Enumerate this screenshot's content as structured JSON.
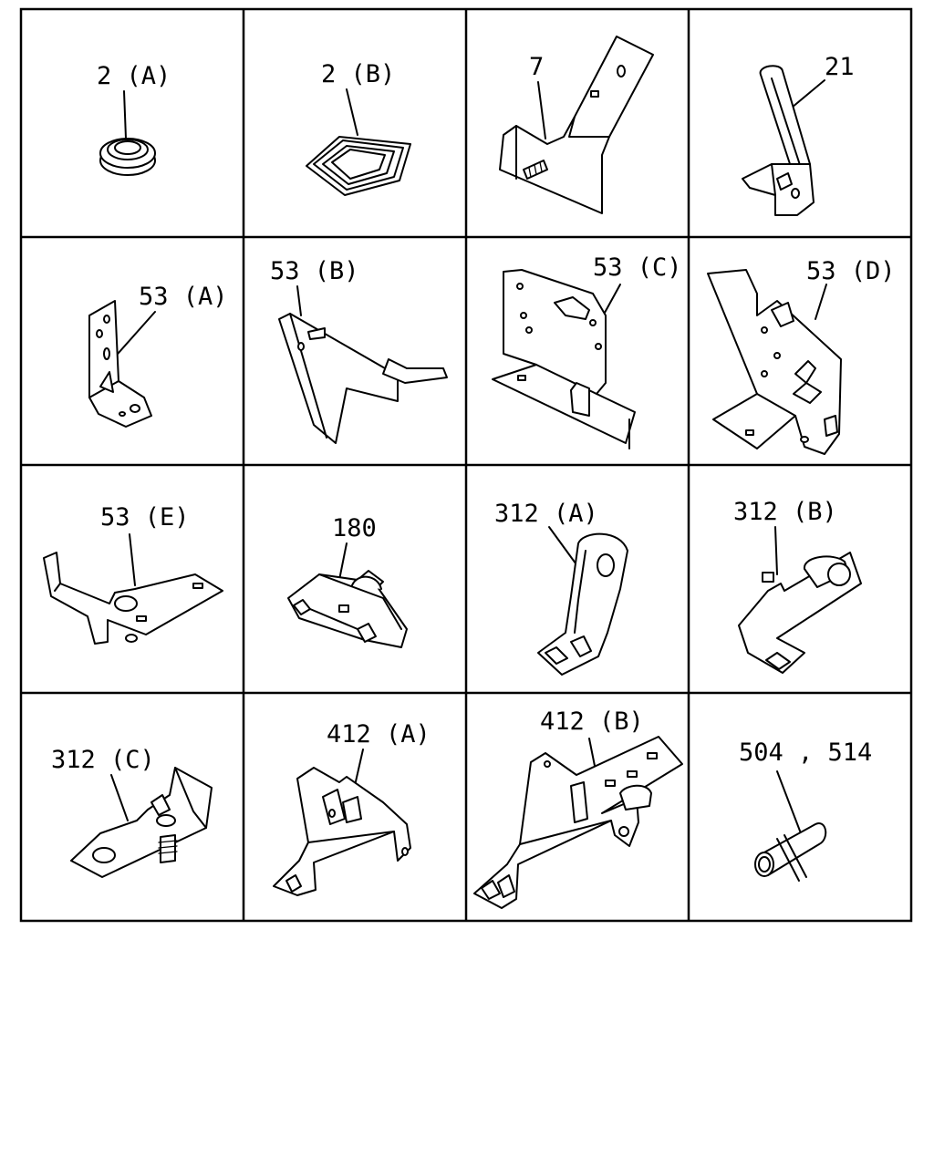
{
  "diagram": {
    "cells": [
      {
        "key": "c2a",
        "label": "2 (A)"
      },
      {
        "key": "c2b",
        "label": "2 (B)"
      },
      {
        "key": "c7",
        "label": "7"
      },
      {
        "key": "c21",
        "label": "21"
      },
      {
        "key": "c53a",
        "label": "53 (A)"
      },
      {
        "key": "c53b",
        "label": "53 (B)"
      },
      {
        "key": "c53c",
        "label": "53 (C)"
      },
      {
        "key": "c53d",
        "label": "53 (D)"
      },
      {
        "key": "c53e",
        "label": "53 (E)"
      },
      {
        "key": "c180",
        "label": "180"
      },
      {
        "key": "c312a",
        "label": "312 (A)"
      },
      {
        "key": "c312b",
        "label": "312 (B)"
      },
      {
        "key": "c312c",
        "label": "312 (C)"
      },
      {
        "key": "c412a",
        "label": "412 (A)"
      },
      {
        "key": "c412b",
        "label": "412 (B)"
      },
      {
        "key": "c504",
        "label": "504 , 514"
      }
    ]
  }
}
